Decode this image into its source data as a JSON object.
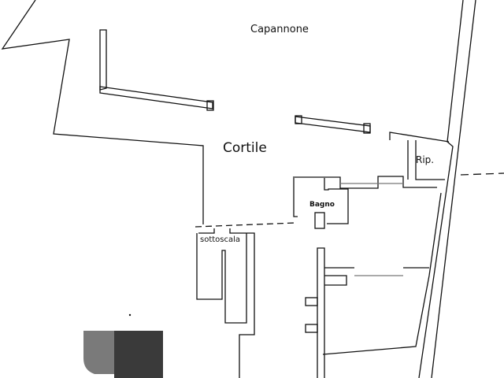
{
  "title": "Floor plan",
  "rooms": {
    "capannone": "Capannone",
    "cortile": "Cortile",
    "ripostiglio": "Rip.",
    "bagno": "Bagno",
    "sottoscala": "sottoscala"
  },
  "colors": {
    "line": "#111111",
    "swatch_light": "#7a7a7a",
    "swatch_dark": "#3a3a3a"
  }
}
